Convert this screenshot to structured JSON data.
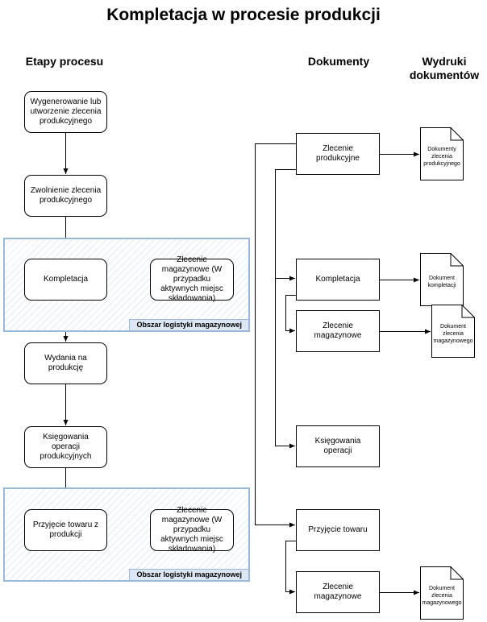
{
  "title": "Kompletacja w procesie produkcji",
  "headers": {
    "stages": "Etapy procesu",
    "documents": "Dokumenty",
    "printouts": "Wydruki dokumentów"
  },
  "areas": {
    "area1_label": "Obszar logistyki magazynowej",
    "area2_label": "Obszar logistyki magazynowej"
  },
  "process": {
    "step1": "Wygenerowanie lub utworzenie zlecenia produkcyjnego",
    "step2": "Zwolnienie zlecenia produkcyjnego",
    "step3": "Kompletacja",
    "step3_side": "Zlecenie magazynowe (W przypadku aktywnych miejsc składowania)",
    "step4": "Wydania na produkcję",
    "step5": "Księgowania operacji produkcyjnych",
    "step6": "Przyjęcie towaru z produkcji",
    "step6_side": "Zlecenie magazynowe (W przypadku aktywnych miejsc składowania)"
  },
  "documents": {
    "doc1": "Zlecenie produkcyjne",
    "doc2": "Kompletacja",
    "doc3": "Zlecenie magazynowe",
    "doc4": "Księgowania operacji",
    "doc5": "Przyjęcie towaru",
    "doc6": "Zlecenie magazynowe"
  },
  "printouts": {
    "print1": "Dokumenty zlecenia produkcyjnego",
    "print2": "Dokument kompletacji",
    "print3": "Dokument zlecenia magazynowego",
    "print4": "Dokument zlecenia magazynowego"
  },
  "colors": {
    "area_border": "#9ab8d8",
    "area_label_bg": "#dce7f3",
    "line": "#000000"
  }
}
